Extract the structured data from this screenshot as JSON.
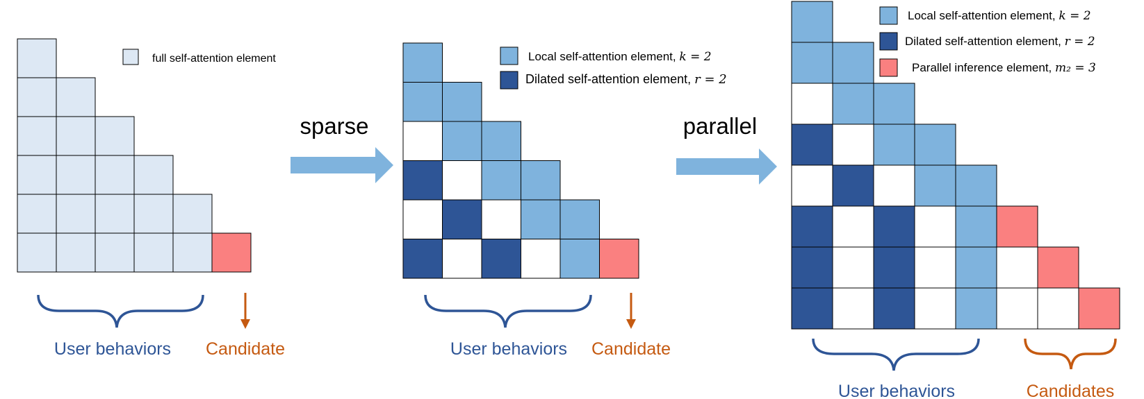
{
  "colors": {
    "full": "#dde8f4",
    "local": "#7fb3dd",
    "dilated": "#2e5596",
    "candidate": "#fa8080",
    "empty": "#ffffff",
    "arrow": "#7fb3dd",
    "behaviors_text": "#2e5596",
    "candidate_text": "#c55a11",
    "grid_stroke": "#000000"
  },
  "panels": [
    {
      "id": "full",
      "legend": [
        {
          "kind": "full",
          "text": "full self-attention element",
          "math": ""
        }
      ],
      "rows": [
        "F",
        "FF",
        "FFF",
        "FFFF",
        "FFFFF",
        "FFFFFC"
      ],
      "labels": {
        "behaviors": "User behaviors",
        "candidate": "Candidate"
      }
    },
    {
      "id": "sparse",
      "legend": [
        {
          "kind": "local",
          "text": "Local self-attention element, ",
          "math": "k = 2"
        },
        {
          "kind": "dilated",
          "text": "Dilated self-attention element, ",
          "math": "r = 2"
        }
      ],
      "rows": [
        "L",
        "LL",
        ".LL",
        "D.LL",
        ".D.LL",
        "D.D.LC"
      ],
      "labels": {
        "behaviors": "User behaviors",
        "candidate": "Candidate"
      }
    },
    {
      "id": "parallel",
      "legend": [
        {
          "kind": "local",
          "text": "Local self-attention element, ",
          "math": "k = 2"
        },
        {
          "kind": "dilated",
          "text": "Dilated self-attention element, ",
          "math": "r = 2"
        },
        {
          "kind": "candidate",
          "text": "Parallel inference element, ",
          "math": "m₂ = 3"
        }
      ],
      "rows": [
        "L",
        "LL",
        ".LL",
        "D.LL",
        ".D.LL",
        "D.D.LC",
        "D.D.L.C",
        "D.D.L..C"
      ],
      "labels": {
        "behaviors": "User behaviors",
        "candidate": "Candidates"
      }
    }
  ],
  "arrows": [
    {
      "label": "sparse"
    },
    {
      "label": "parallel"
    }
  ]
}
